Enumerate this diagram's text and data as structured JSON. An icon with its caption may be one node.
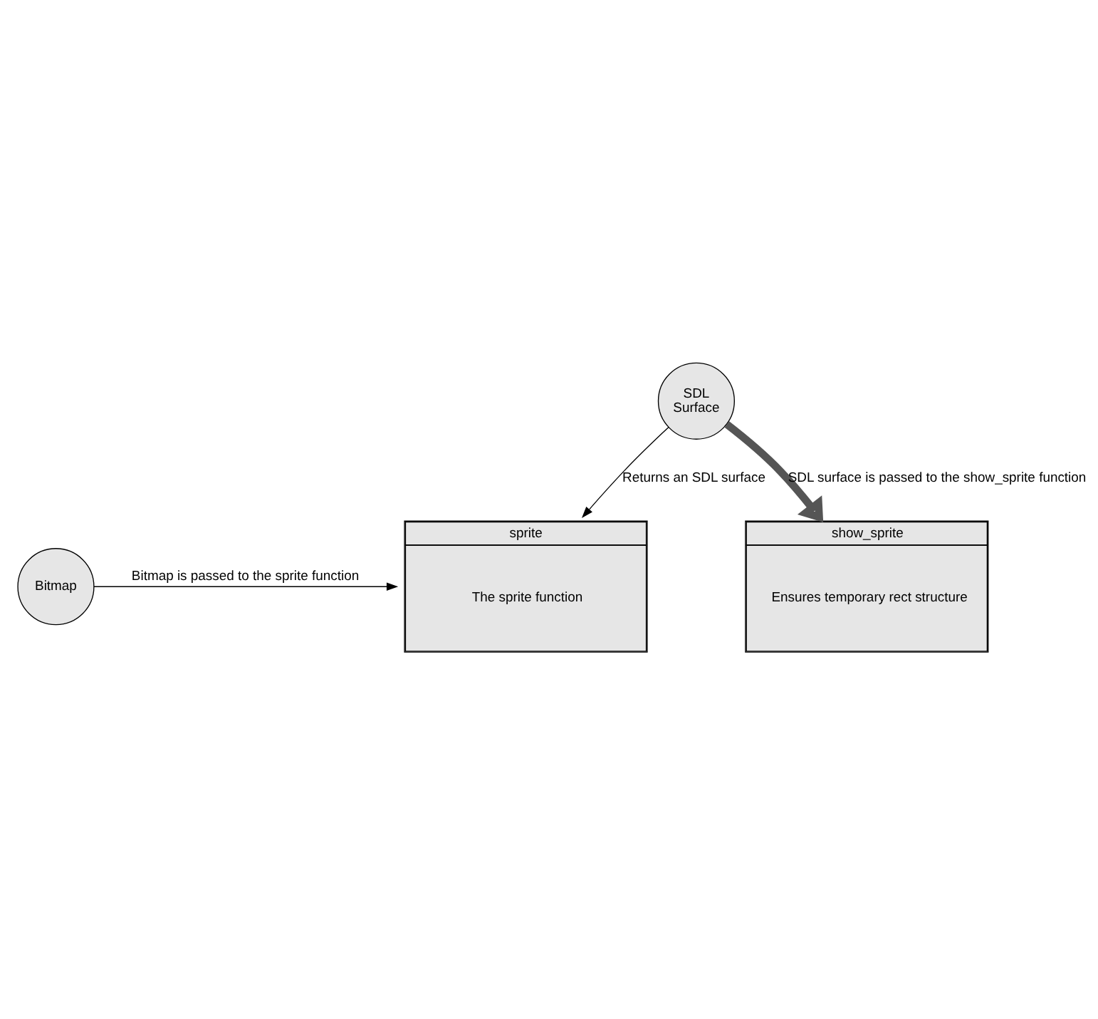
{
  "diagram": {
    "nodes": [
      {
        "text": [
          "Bitmap"
        ]
      },
      {
        "text": [
          "sprite",
          "The sprite function"
        ]
      },
      {
        "text": [
          "SDL Surface"
        ]
      },
      {
        "text": [
          "show_sprite",
          "Ensures temporary rect structure"
        ]
      }
    ],
    "edges": [
      {
        "from": 0,
        "to": 1,
        "arrow": "to",
        "label": "Bitmap is passed to the sprite function"
      },
      {
        "from": 2,
        "to": 1,
        "arrow": "to",
        "label": "Returns an SDL surface"
      },
      {
        "from": 2,
        "to": 3,
        "arrow": "to",
        "label": "SDL surface is passed to the show_sprite function",
        "style": "thick"
      }
    ]
  }
}
